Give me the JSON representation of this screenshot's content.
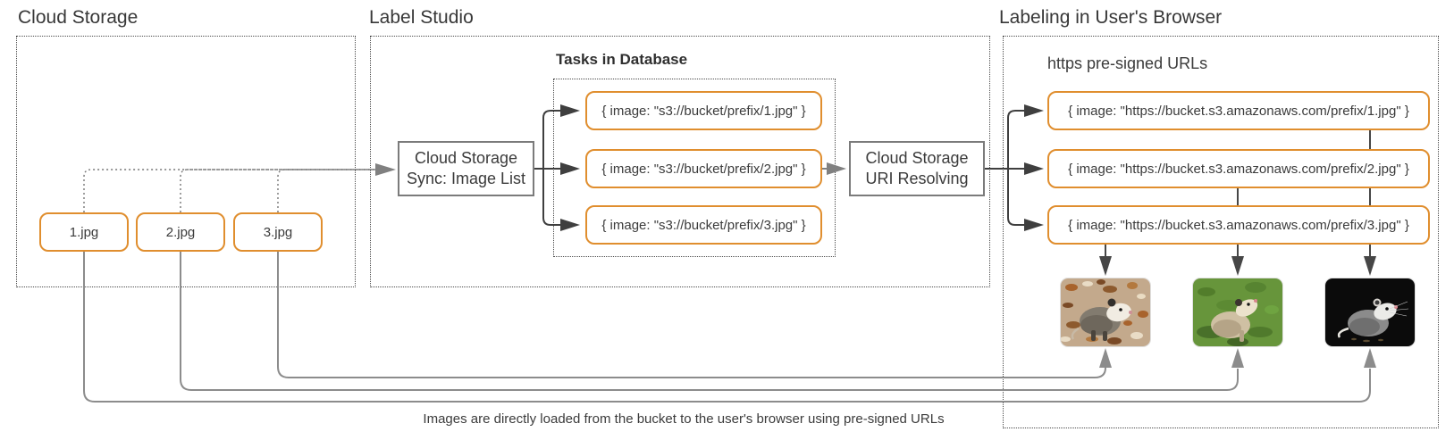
{
  "cloud_storage": {
    "title": "Cloud Storage",
    "files": [
      "1.jpg",
      "2.jpg",
      "3.jpg"
    ]
  },
  "label_studio": {
    "title": "Label Studio",
    "sync_box": {
      "line1": "Cloud Storage",
      "line2": "Sync: Image List"
    },
    "tasks": {
      "title": "Tasks in Database",
      "items": [
        "{ image: \"s3://bucket/prefix/1.jpg\" }",
        "{ image: \"s3://bucket/prefix/2.jpg\" }",
        "{ image: \"s3://bucket/prefix/3.jpg\" }"
      ]
    },
    "resolver_box": {
      "line1": "Cloud Storage",
      "line2": "URI Resolving"
    }
  },
  "browser": {
    "title": "Labeling in User's Browser",
    "urls_label": "https pre-signed URLs",
    "items": [
      "{ image: \"https://bucket.s3.amazonaws.com/prefix/1.jpg\" }",
      "{ image: \"https://bucket.s3.amazonaws.com/prefix/2.jpg\" }",
      "{ image: \"https://bucket.s3.amazonaws.com/prefix/3.jpg\" }"
    ],
    "images": [
      "opossum photo on autumn leaves",
      "opossum photo in green grass",
      "opossum photo on black background"
    ]
  },
  "caption": "Images are directly loaded from the bucket to the user's browser using pre-signed URLs",
  "colors": {
    "orange": "#E08E2E",
    "line_gray": "#8C8C8C",
    "arrow_dark": "#3F3F3F",
    "text": "#3B3B3B"
  }
}
